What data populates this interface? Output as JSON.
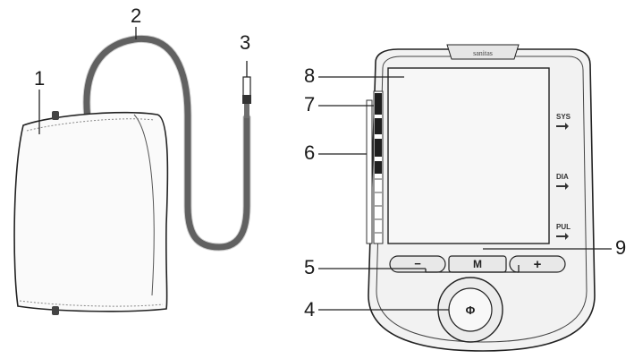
{
  "callouts": {
    "c1": "1",
    "c2": "2",
    "c3": "3",
    "c4": "4",
    "c5": "5",
    "c6": "6",
    "c7": "7",
    "c8": "8",
    "c9": "9"
  },
  "device": {
    "brand": "sanitas",
    "side_labels": {
      "sys": "SYS",
      "dia": "DIA",
      "pul": "PUL"
    },
    "buttons": {
      "minus": "−",
      "memory": "M",
      "plus": "+",
      "power": "Φ"
    }
  },
  "colors": {
    "line": "#222222",
    "tube": "#6e6e6e",
    "device_body": "#f2f2f2",
    "display": "#f7f7f7"
  }
}
